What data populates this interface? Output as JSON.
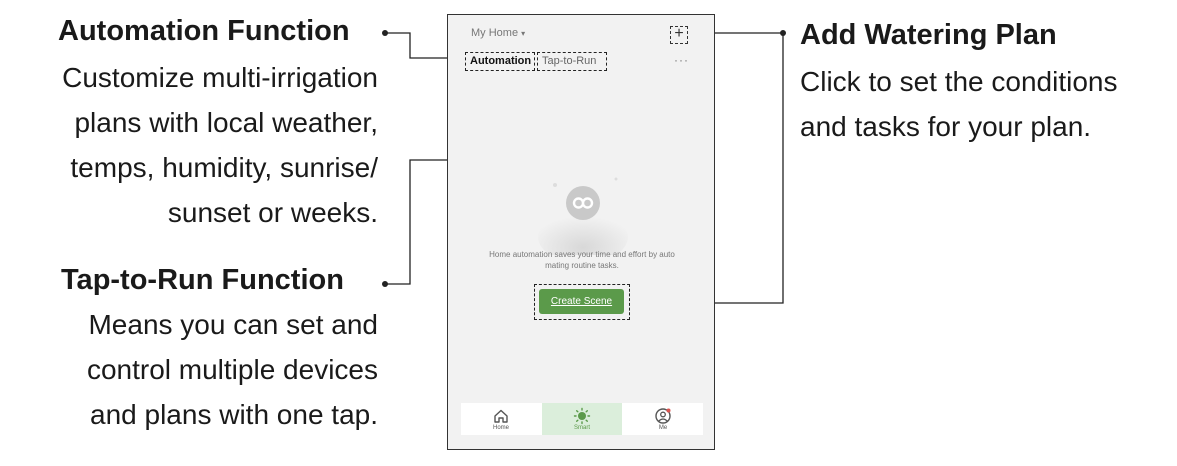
{
  "callouts": {
    "automation": {
      "title": "Automation Function",
      "desc_lines": [
        "Customize multi-irrigation",
        "plans with local weather,",
        "temps, humidity, sunrise/",
        "sunset or weeks."
      ]
    },
    "tap_to_run": {
      "title": "Tap-to-Run Function",
      "desc_lines": [
        "Means you can set and",
        "control multiple devices",
        "and plans with one tap."
      ]
    },
    "add_plan": {
      "title": "Add Watering Plan",
      "desc_lines": [
        "Click to set the conditions",
        "and tasks for your plan."
      ]
    }
  },
  "phone": {
    "home_selector": "My Home",
    "add_icon": "plus-icon",
    "tabs": [
      {
        "label": "Automation",
        "active": true
      },
      {
        "label": "Tap-to-Run",
        "active": false
      }
    ],
    "more_icon": "ellipsis-icon",
    "more_glyph": "···",
    "empty_icon": "loop-icon",
    "empty_text": "Home automation saves your time and effort by automating routine tasks.",
    "empty_text_lines": [
      "Home automation saves your time and effort by auto",
      "mating routine tasks."
    ],
    "create_button": "Create Scene",
    "tabbar": [
      {
        "label": "Home",
        "icon": "home-icon",
        "active": false
      },
      {
        "label": "Smart",
        "icon": "sun-icon",
        "active": true
      },
      {
        "label": "Me",
        "icon": "profile-icon",
        "active": false
      }
    ]
  },
  "colors": {
    "accent": "#5b9a4a",
    "active_tab_bg": "#dbeedb",
    "phone_bg": "#f2f2f2"
  }
}
